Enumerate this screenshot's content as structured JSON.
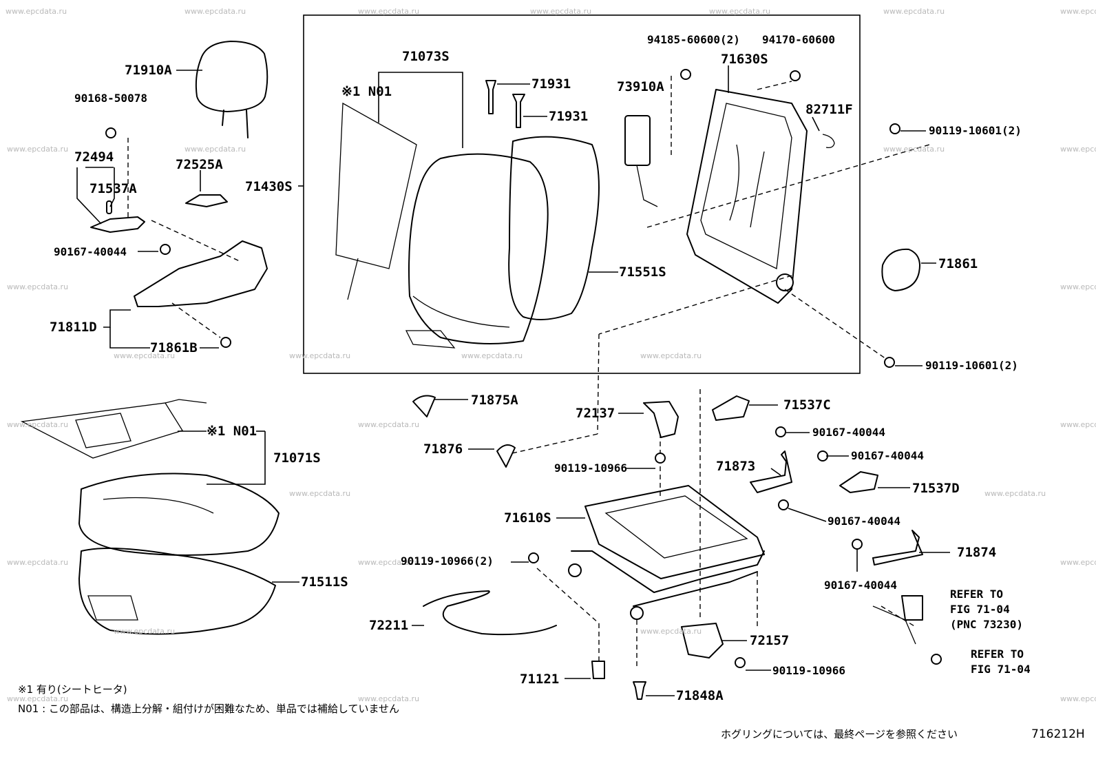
{
  "watermark": "www.epcdata.ru",
  "labels": {
    "p71910A": "71910A",
    "p90168_50078": "90168-50078",
    "p72494": "72494",
    "p71537A": "71537A",
    "p72525A": "72525A",
    "p90167_40044_a": "90167-40044",
    "p71811D": "71811D",
    "p71861B": "71861B",
    "p71430S": "71430S",
    "p71073S": "71073S",
    "n01_upper": "※1 N01",
    "p71931_a": "71931",
    "p71931_b": "71931",
    "p71551S": "71551S",
    "p94185": "94185-60600(2)",
    "p94170": "94170-60600",
    "p71630S": "71630S",
    "p73910A": "73910A",
    "p82711F": "82711F",
    "p90119_10601_a": "90119-10601(2)",
    "p71861": "71861",
    "p90119_10601_b": "90119-10601(2)",
    "p71875A": "71875A",
    "p71876": "71876",
    "n01_lower": "※1 N01",
    "p71071S": "71071S",
    "p71511S": "71511S",
    "p72137": "72137",
    "p90119_10966_a": "90119-10966",
    "p71610S": "71610S",
    "p90119_10966_2": "90119-10966(2)",
    "p72211": "72211",
    "p71121": "71121",
    "p71848A": "71848A",
    "p72157": "72157",
    "p90119_10966_b": "90119-10966",
    "p71537C": "71537C",
    "p90167_40044_b": "90167-40044",
    "p90167_40044_c": "90167-40044",
    "p71873": "71873",
    "p71537D": "71537D",
    "p90167_40044_d": "90167-40044",
    "p71874": "71874",
    "p90167_40044_e": "90167-40044",
    "refer1": [
      "REFER TO",
      "FIG 71-04",
      "(PNC 73230)"
    ],
    "refer2": [
      "REFER TO",
      "FIG 71-04"
    ]
  },
  "notes": {
    "note1": "※1  有り(シートヒータ)",
    "note2": "N01 : この部品は、構造上分解・組付けが困難なため、単品では補給していません",
    "note3": "ホグリングについては、最終ページを参照ください",
    "figure_code": "716212H"
  }
}
